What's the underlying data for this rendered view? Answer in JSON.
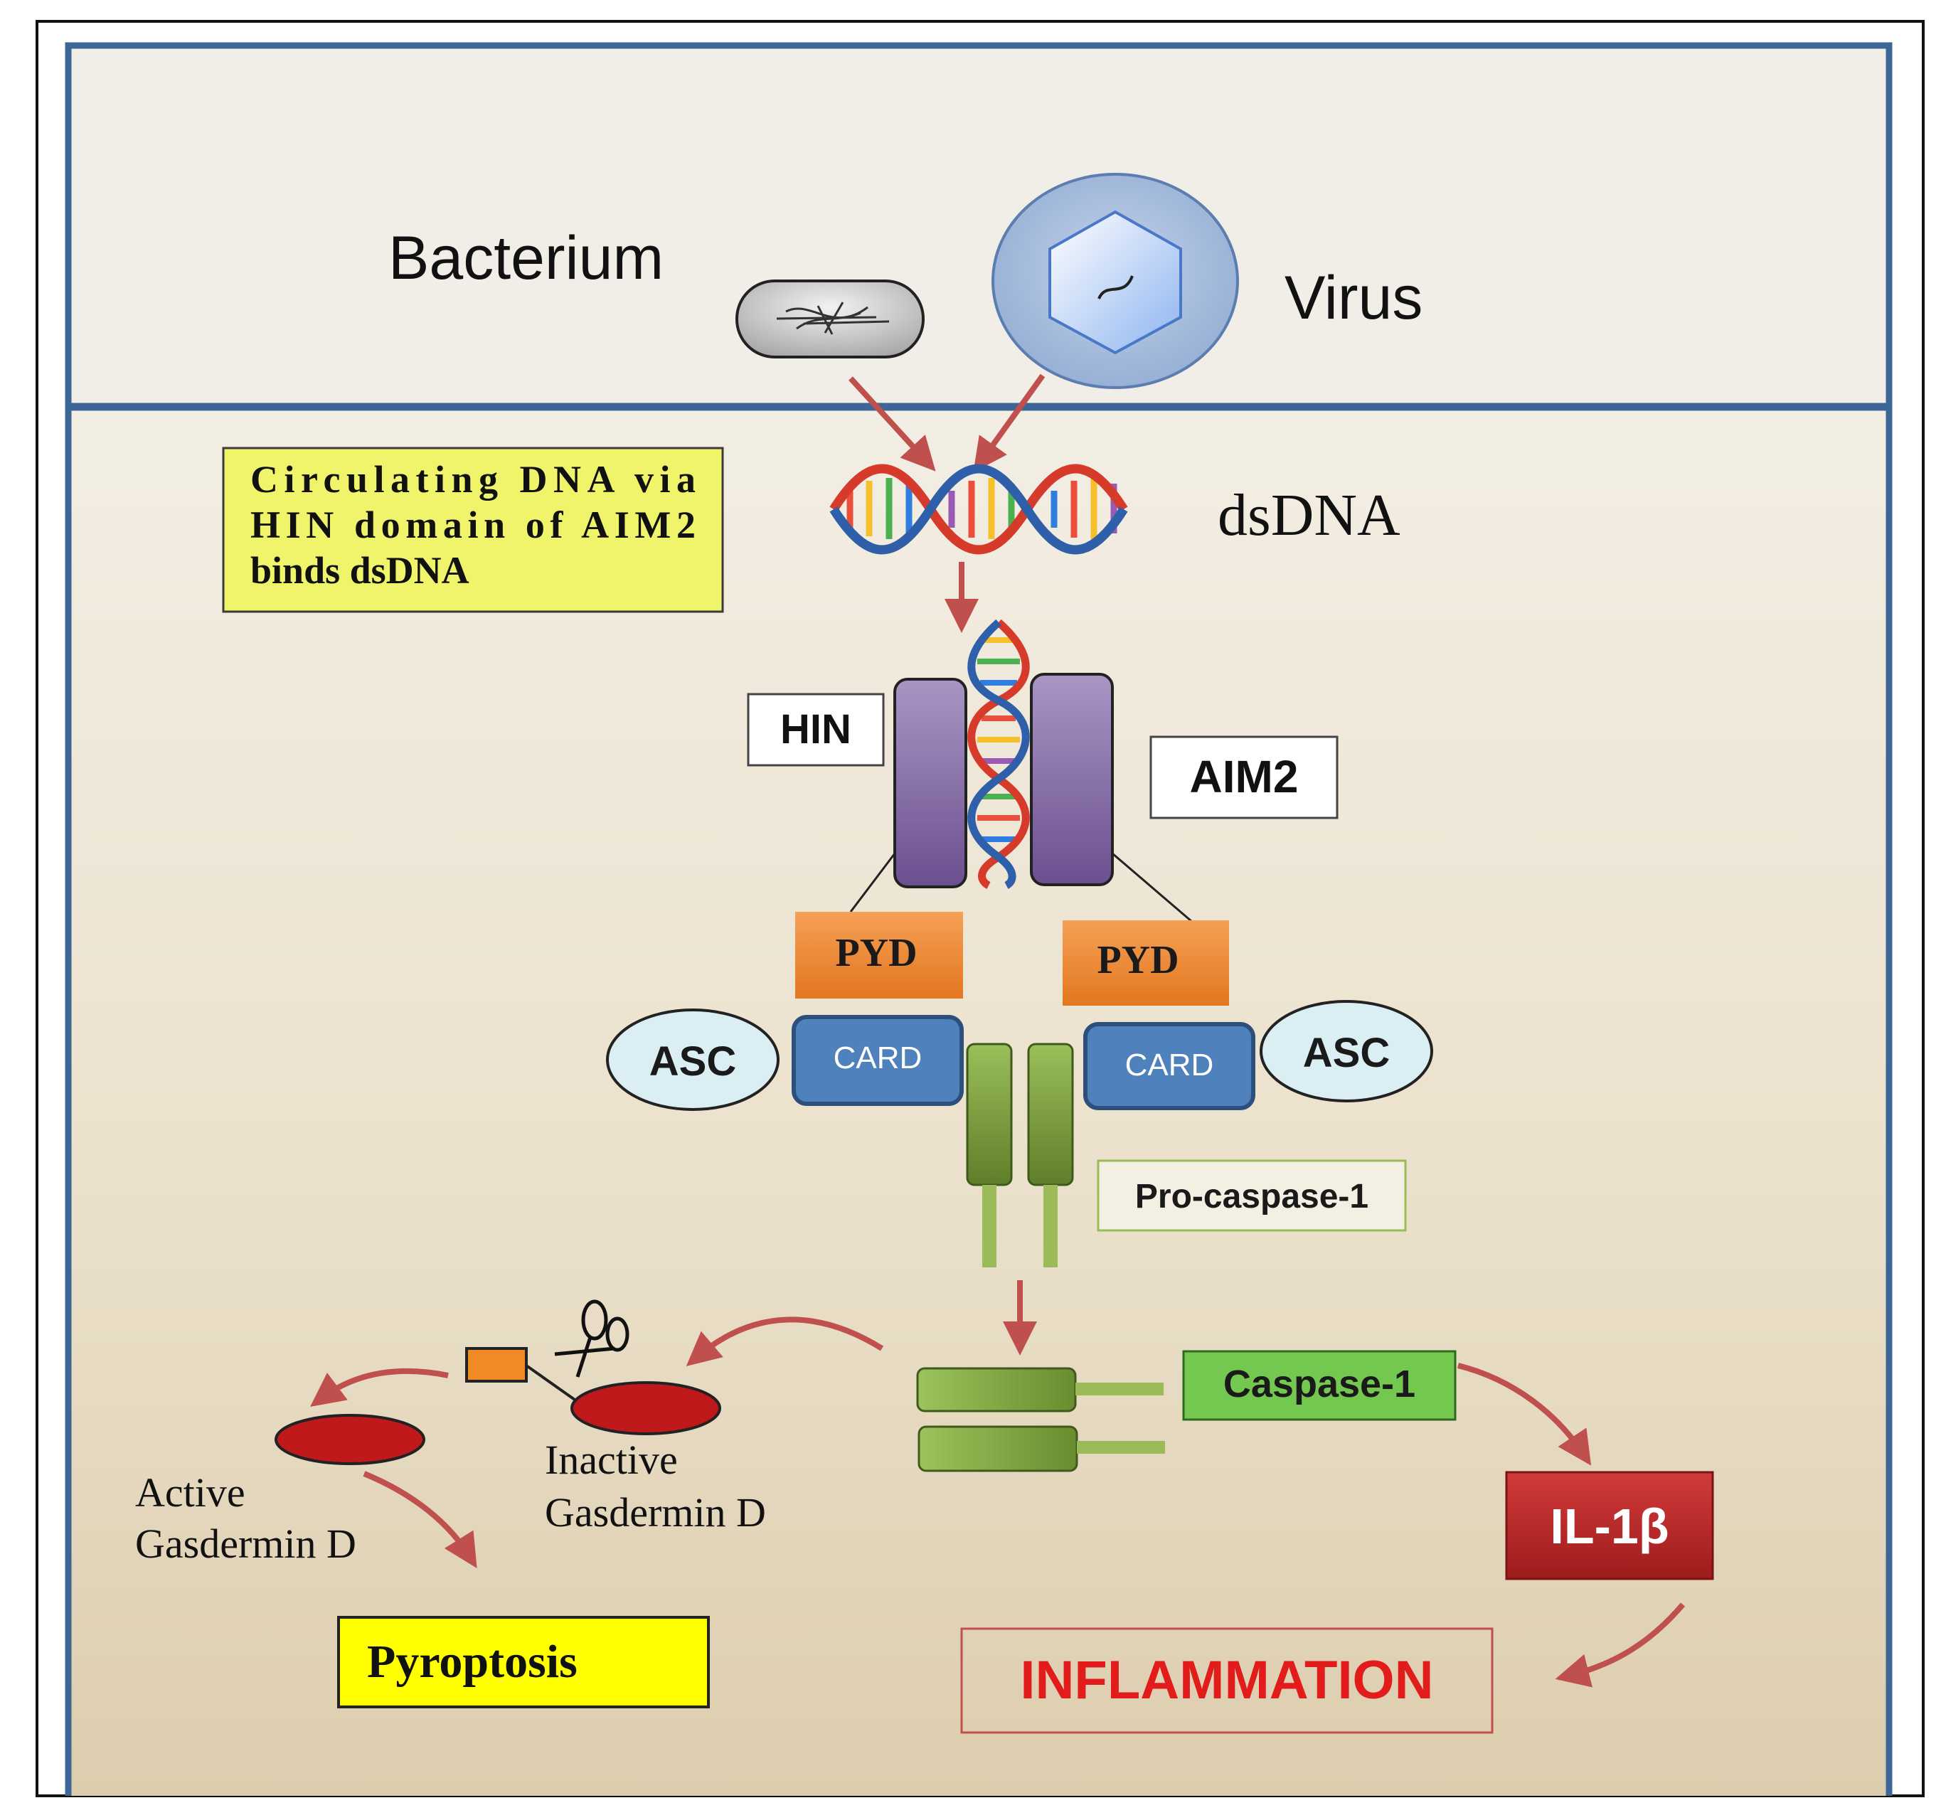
{
  "labels": {
    "bacterium": "Bacterium",
    "virus": "Virus",
    "dsdna": "dsDNA",
    "note_line1": "Circulating DNA via",
    "note_line2": "HIN domain of AIM2",
    "note_line3": "binds dsDNA",
    "hin": "HIN",
    "aim2": "AIM2",
    "pyd_left": "PYD",
    "pyd_right": "PYD",
    "asc_left": "ASC",
    "asc_right": "ASC",
    "card_left": "CARD",
    "card_right": "CARD",
    "pro_caspase": "Pro-caspase-1",
    "caspase": "Caspase-1",
    "inactive_line1": "Inactive",
    "inactive_line2": "Gasdermin D",
    "active_line1": "Active",
    "active_line2": "Gasdermin D",
    "pyroptosis": "Pyroptosis",
    "il1b": "IL-1β",
    "inflammation": "INFLAMMATION"
  },
  "colors": {
    "extracellular_bg": "#f1eee7",
    "cytoplasm_top": "#f3eee3",
    "cytoplasm_bottom": "#e0d1b3",
    "membrane": "#3d6596",
    "arrow": "#c0504d",
    "aim2_purple": "#8064a2",
    "pyd_orange": "#f79646",
    "card_blue": "#4f81bd",
    "asc_fill": "#dbeef4",
    "caspase_green": "#77933c",
    "gasdermin_red": "#c0191c",
    "note_yellow": "#f0f46a",
    "pyroptosis_yellow": "#ffff00",
    "il1b_red": "#c0282a",
    "inflammation_text": "#e21b1b"
  }
}
